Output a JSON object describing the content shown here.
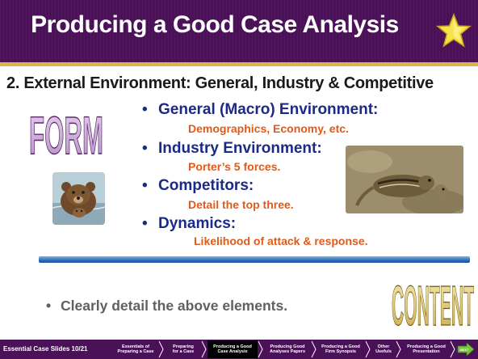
{
  "slide": {
    "title": "Producing a Good Case Analysis",
    "heading": "2. External Environment: General, Industry & Competitive",
    "bullets": [
      {
        "label": "General (Macro) Environment:",
        "detail": "Demographics, Economy,  etc."
      },
      {
        "label": "Industry Environment:",
        "detail": "Porter’s 5 forces."
      },
      {
        "label": "Competitors:",
        "detail": "Detail the top three."
      },
      {
        "label": "Dynamics:",
        "detail": "Likelihood of attack & response."
      }
    ],
    "bottom_bullet": "Clearly detail the above elements.",
    "word_art_form": "FORM",
    "word_art_content": "CONTENT"
  },
  "nav": {
    "counter": "Essential Case Slides  10/21",
    "items": [
      {
        "line1": "Essentials of",
        "line2": "Preparing a Case"
      },
      {
        "line1": "Preparing",
        "line2": "for a Case"
      },
      {
        "line1": "Producing a Good",
        "line2": "Case Analysis"
      },
      {
        "line1": "Producing Good",
        "line2": "Analyses Papers"
      },
      {
        "line1": "Producing a Good",
        "line2": "Firm Synopsis"
      },
      {
        "line1": "Other",
        "line2": "Usefuls"
      },
      {
        "line1": "Producing a Good",
        "line2": "Presentation"
      }
    ],
    "next_label": "NEXT"
  },
  "colors": {
    "title_bg": "#4a1058",
    "accent_gold": "#d9b44a",
    "bullet_blue": "#1b2a84",
    "detail_orange": "#e05a1a",
    "divider_blue": "#2f6dbd"
  },
  "icons": [
    "star-icon",
    "next-arrow-icon"
  ]
}
